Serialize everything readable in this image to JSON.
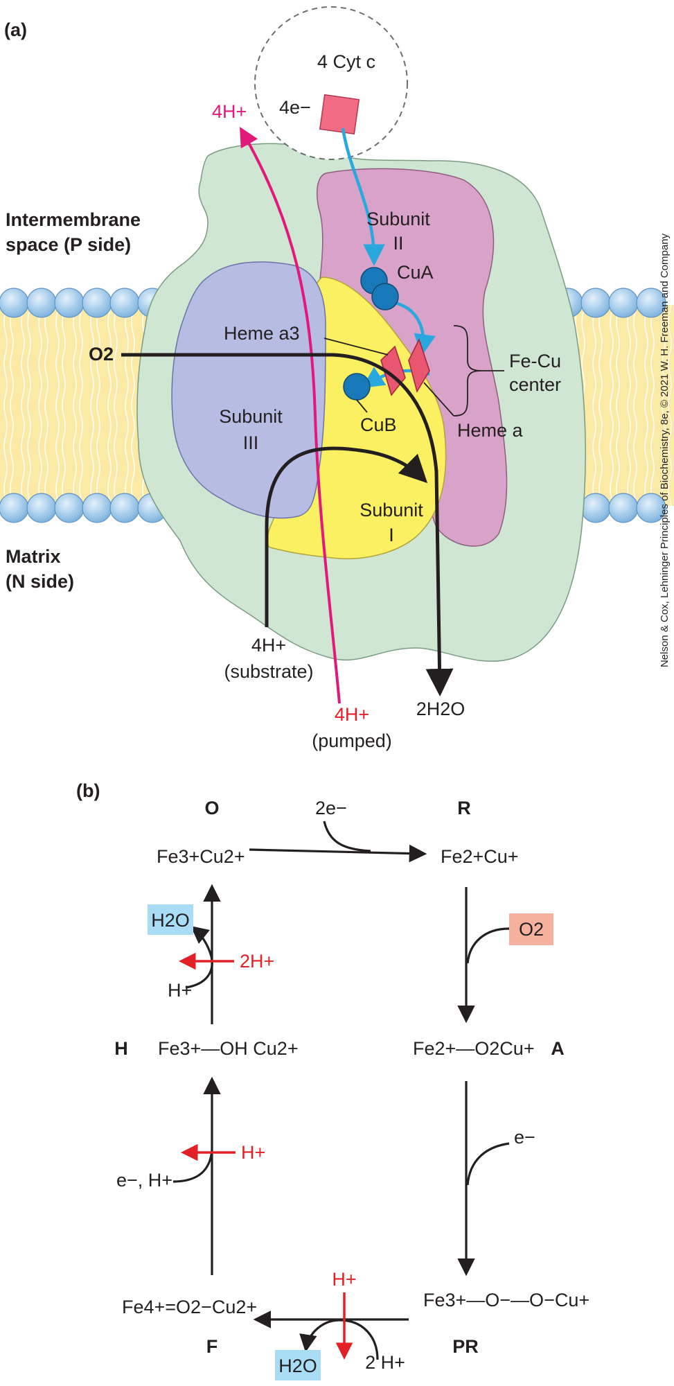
{
  "panel_a": {
    "label": "(a)",
    "cyt_c": "4 Cyt c",
    "electrons": "4e−",
    "pumped_top": "4H+",
    "intermembrane_line1": "Intermembrane",
    "intermembrane_line2": "space (P side)",
    "matrix_line1": "Matrix",
    "matrix_line2": "(N side)",
    "subunit_ii_line1": "Subunit",
    "subunit_ii_line2": "II",
    "subunit_iii_line1": "Subunit",
    "subunit_iii_line2": "III",
    "subunit_i_line1": "Subunit",
    "subunit_i_line2": "I",
    "cu_a": "CuA",
    "cu_b": "CuB",
    "heme_a3": "Heme a3",
    "heme_a": "Heme a",
    "o2": "O2",
    "fecu_line1": "Fe-Cu",
    "fecu_line2": "center",
    "substrate_h": "4H+",
    "substrate_label": "(substrate)",
    "pumped_h": "4H+",
    "pumped_label": "(pumped)",
    "water": "2H2O",
    "credit": "Nelson & Cox, Lehninger Principles of Biochemistry, 8e, © 2021 W. H. Freeman and Company"
  },
  "panel_b": {
    "label": "(b)",
    "state_O": "O",
    "state_R": "R",
    "state_A": "A",
    "state_PR": "PR",
    "state_F": "F",
    "state_H": "H",
    "O_formula": "Fe3+Cu2+",
    "R_formula": "Fe2+Cu+",
    "A_formula": "Fe2+—O2Cu+",
    "PR_formula": "Fe3+—O−—O−Cu+",
    "F_formula": "Fe4+=O2−Cu2+",
    "H_formula": "Fe3+—OH Cu2+",
    "O_to_R_input": "2e−",
    "R_to_A_input": "O2",
    "A_to_PR_input": "e−",
    "PR_to_F_pumped": "H+",
    "PR_to_F_input": "2 H+",
    "PR_to_F_output": "H2O",
    "F_to_H_pumped": "H+",
    "F_to_H_input": "e−, H+",
    "H_to_O_pumped": "2H+",
    "H_to_O_input": "H+",
    "H_to_O_output": "H2O"
  },
  "colors": {
    "membrane_head": "#8fc0e8",
    "membrane_core": "#fbe9a6",
    "complex_outer": "#cfe6d3",
    "subunit_ii": "#d9a3c9",
    "subunit_iii": "#b7bce3",
    "subunit_i": "#fbef62",
    "copper": "#1979b8",
    "heme": "#e9566f",
    "electron_path": "#29a8e0",
    "pump_path": "#e2187a",
    "red_text": "#e32026",
    "water_box": "#a9dcf5",
    "o2_box": "#f6b29f"
  }
}
